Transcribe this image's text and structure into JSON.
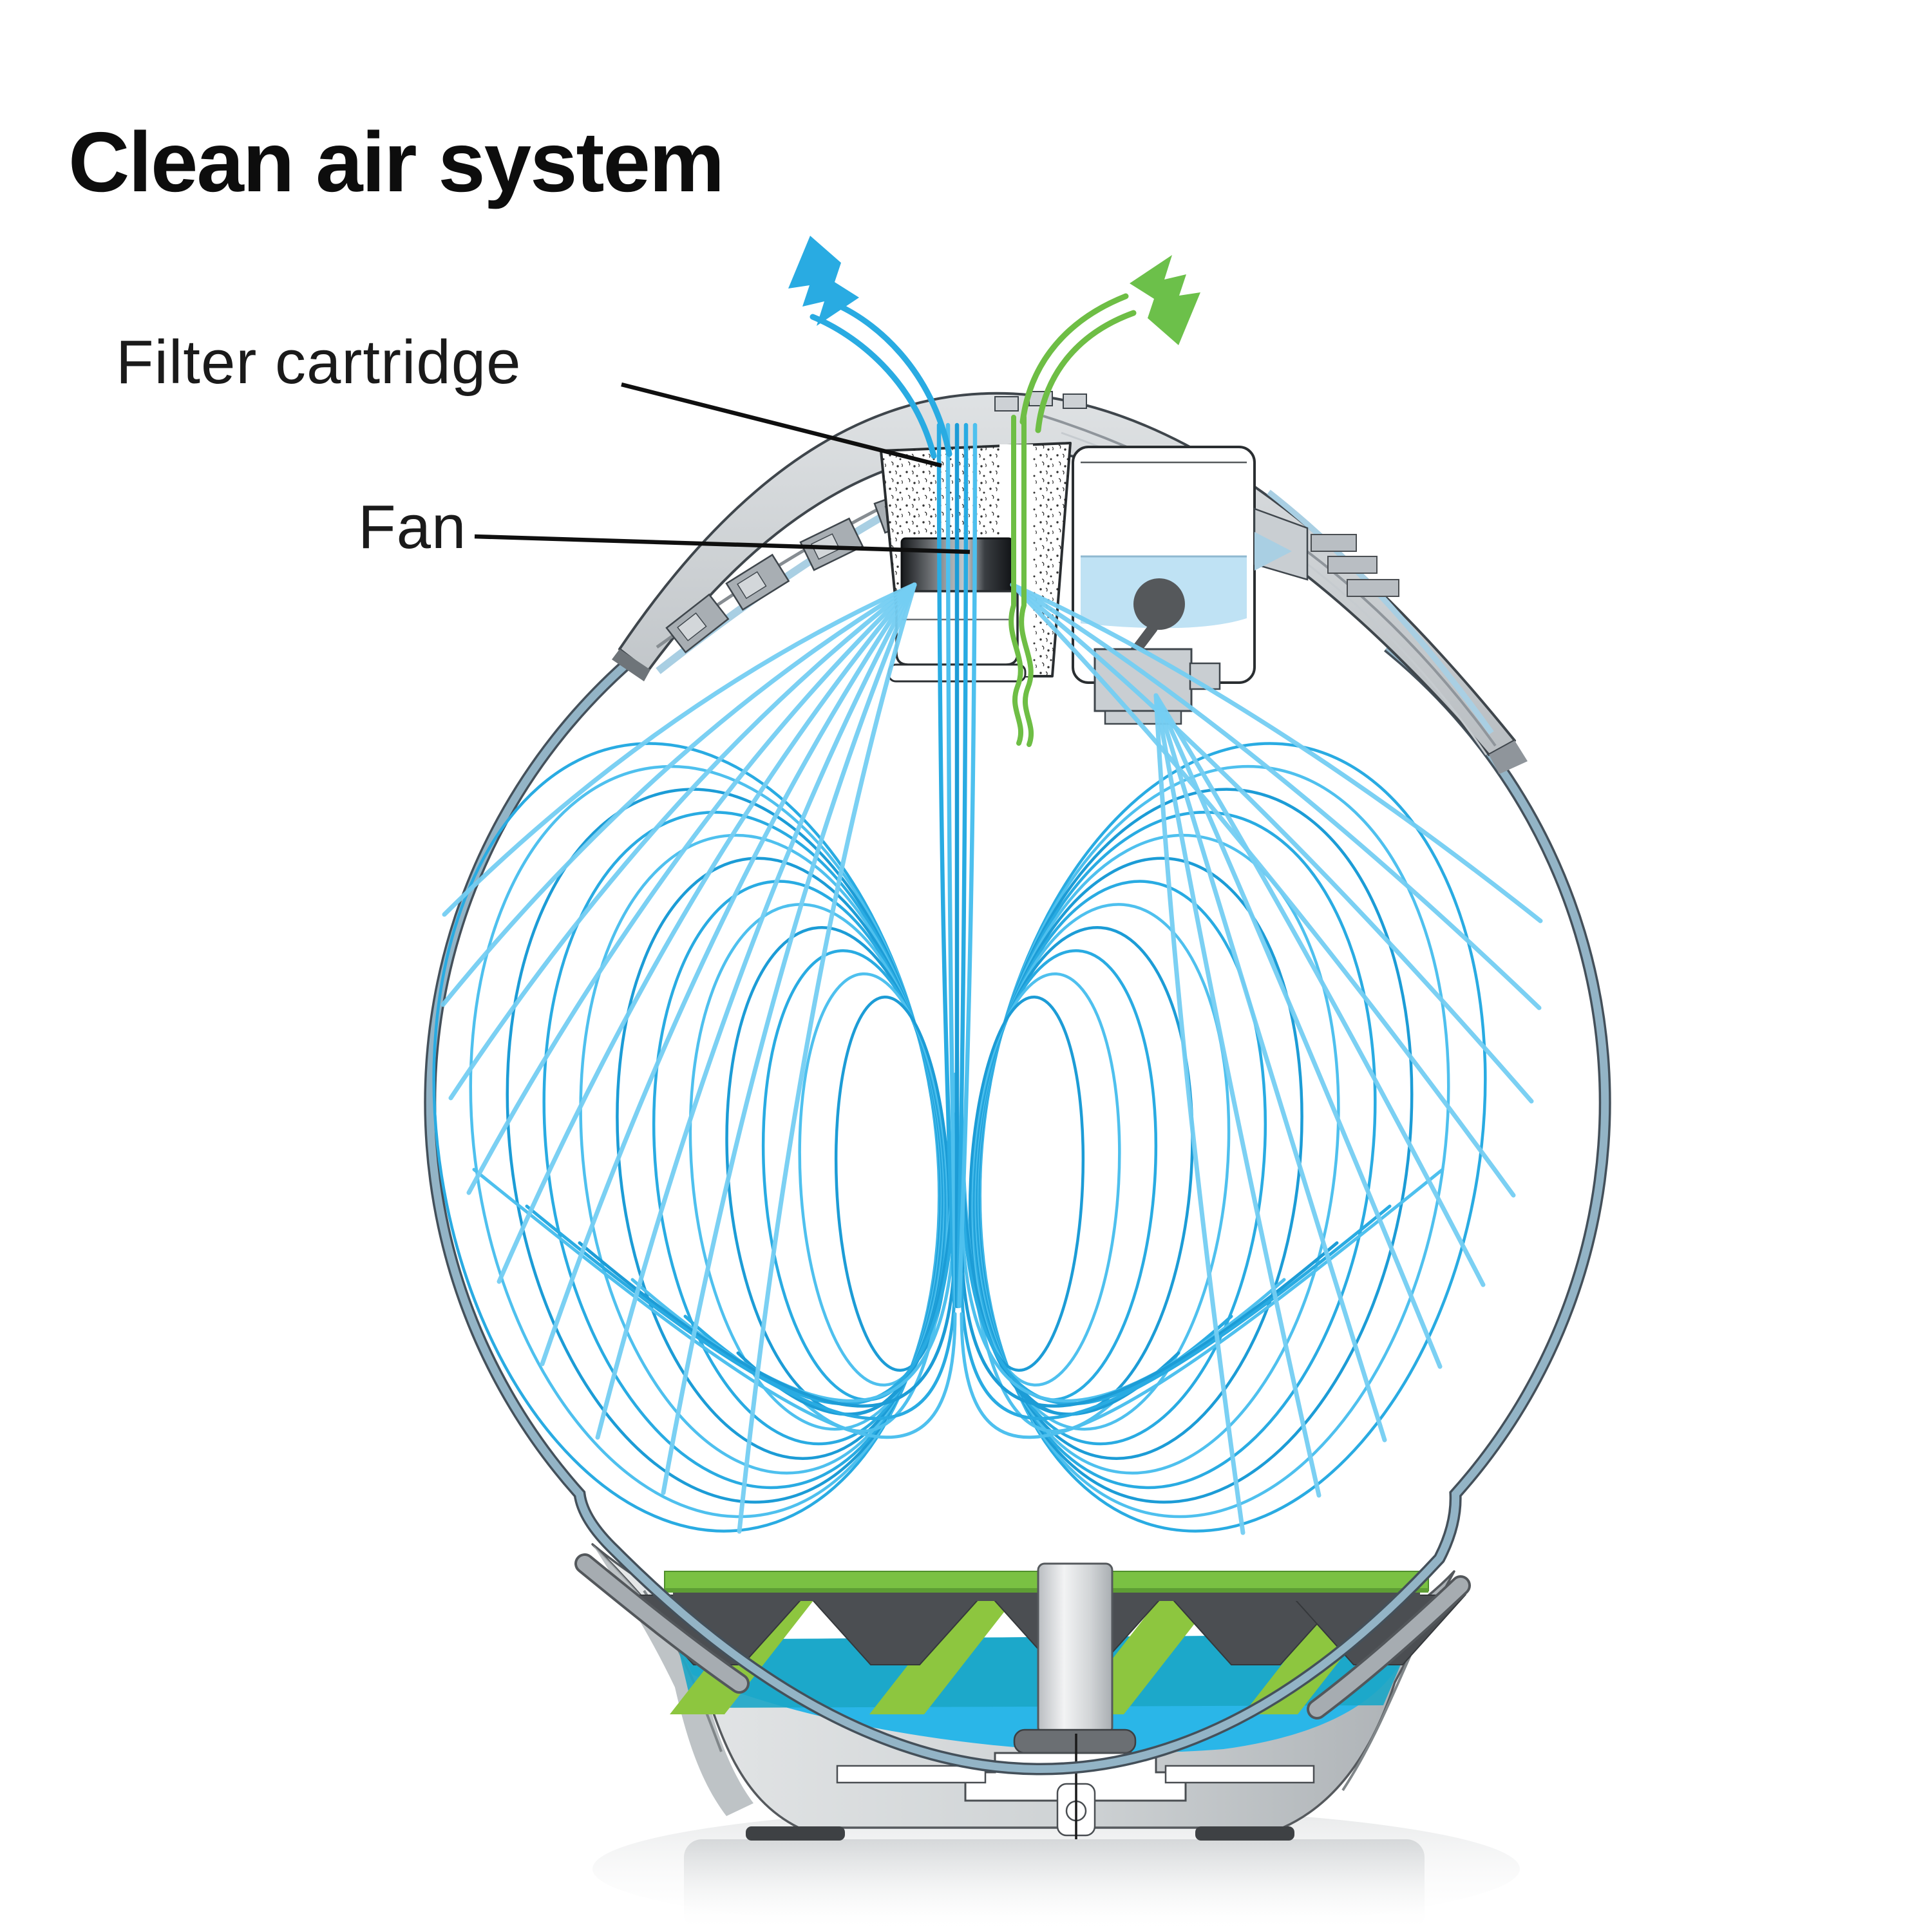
{
  "title": "Clean air system",
  "labels": {
    "filter_cartridge": "Filter cartridge",
    "fan": "Fan"
  },
  "icons": {
    "air_in_arrow": "air-in-arrow",
    "clean_air_out_arrow": "clean-air-out-arrow"
  },
  "colors": {
    "flow_blue": "#29ABE2",
    "flow_blue_mid": "#4EC0EE",
    "flow_blue_dark": "#1C9CD6",
    "flow_blue_light": "#74CDF2",
    "clean_green": "#6EBE45",
    "platform_green": "#7AC143",
    "vane_green": "#8DC63F",
    "water_cyan": "#2AB6E8",
    "water_teal": "#1BA6C6",
    "tank_water": "#BFE2F4",
    "glass": "#93B4C6",
    "glass_edge": "#44505A",
    "ink": "#0f0f0f"
  }
}
